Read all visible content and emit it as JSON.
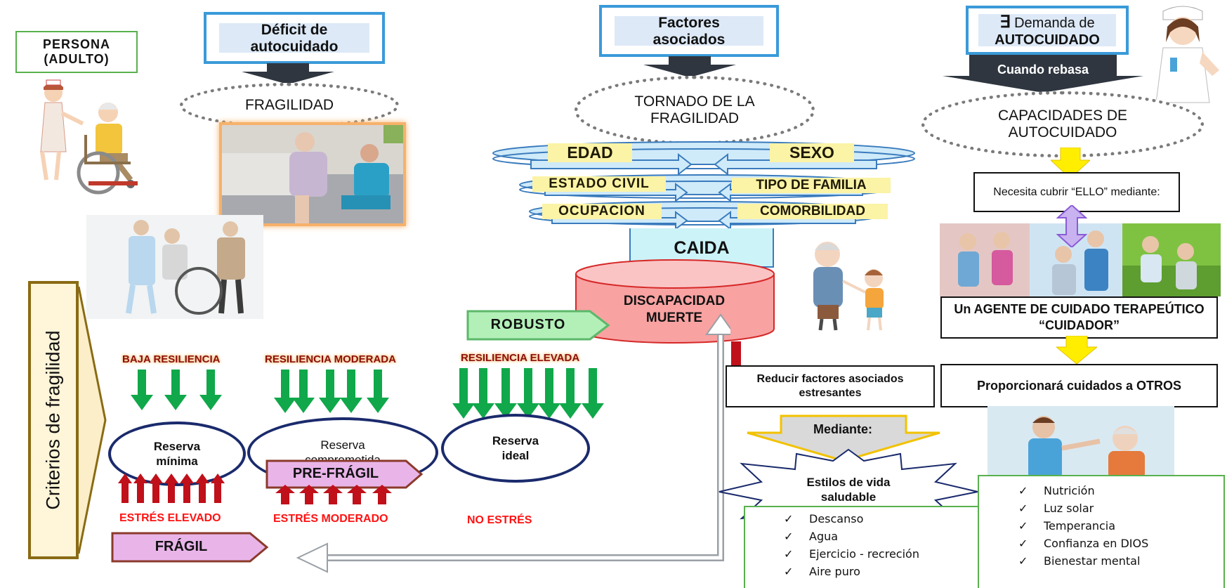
{
  "left": {
    "persona": "PERSONA (ADULTO)",
    "deficit_title": "Déficit de autocuidado",
    "fragilidad": "FRAGILIDAD",
    "criterios": "Criterios de fragilidad"
  },
  "middle": {
    "factores_title": "Factores asociados",
    "tornado": "TORNADO DE LA FRAGILIDAD",
    "factors_left": [
      "EDAD",
      "ESTADO CIVIL",
      "OCUPACION"
    ],
    "factors_right": [
      "SEXO",
      "TIPO DE FAMILIA",
      "COMORBILIDAD"
    ],
    "caida": "CAIDA",
    "discapacidad": "DISCAPACIDAD MUERTE",
    "reducir": "Reducir factores asociados estresantes",
    "mediante": "Mediante:",
    "estilos": "Estilos de vida saludable"
  },
  "right": {
    "demanda_symbol": "∃",
    "demanda_title_1": "Demanda de",
    "demanda_title_2": "AUTOCUIDADO",
    "cuando_rebasa": "Cuando rebasa",
    "capacidades": "CAPACIDADES DE AUTOCUIDADO",
    "necesita": "Necesita cubrir “ELLO” mediante:",
    "agente": "Un AGENTE DE CUIDADO TERAPEÚTICO “CUIDADOR”",
    "proporcionara": "Proporcionará cuidados a OTROS"
  },
  "criteria": {
    "robusto": "ROBUSTO",
    "pre_fragil": "PRE-FRÁGIL",
    "fragil": "FRÁGIL",
    "resilience": [
      "BAJA RESILIENCIA",
      "RESILIENCIA MODERADA",
      "RESILIENCIA ELEVADA"
    ],
    "reserves": [
      "Reserva mínima",
      "Reserva comprometida",
      "Reserva ideal"
    ],
    "stress": [
      "ESTRÉS ELEVADO",
      "ESTRÉS MODERADO",
      "NO ESTRÉS"
    ]
  },
  "lifestyle_list_1": [
    "Descanso",
    "Agua",
    "Ejercicio - recreción",
    "Aire puro"
  ],
  "lifestyle_list_2": [
    "Nutrición",
    "Luz solar",
    "Temperancia",
    "Confianza en DIOS",
    "Bienestar mental"
  ],
  "colors": {
    "blue_border": "#3a9ad9",
    "green_arrow": "#10a84a",
    "red_arrow": "#c0101a",
    "pink_tag": "#e9b5e9",
    "green_tag": "#b3f0b8",
    "yellow_arrow": "#ffee00"
  }
}
